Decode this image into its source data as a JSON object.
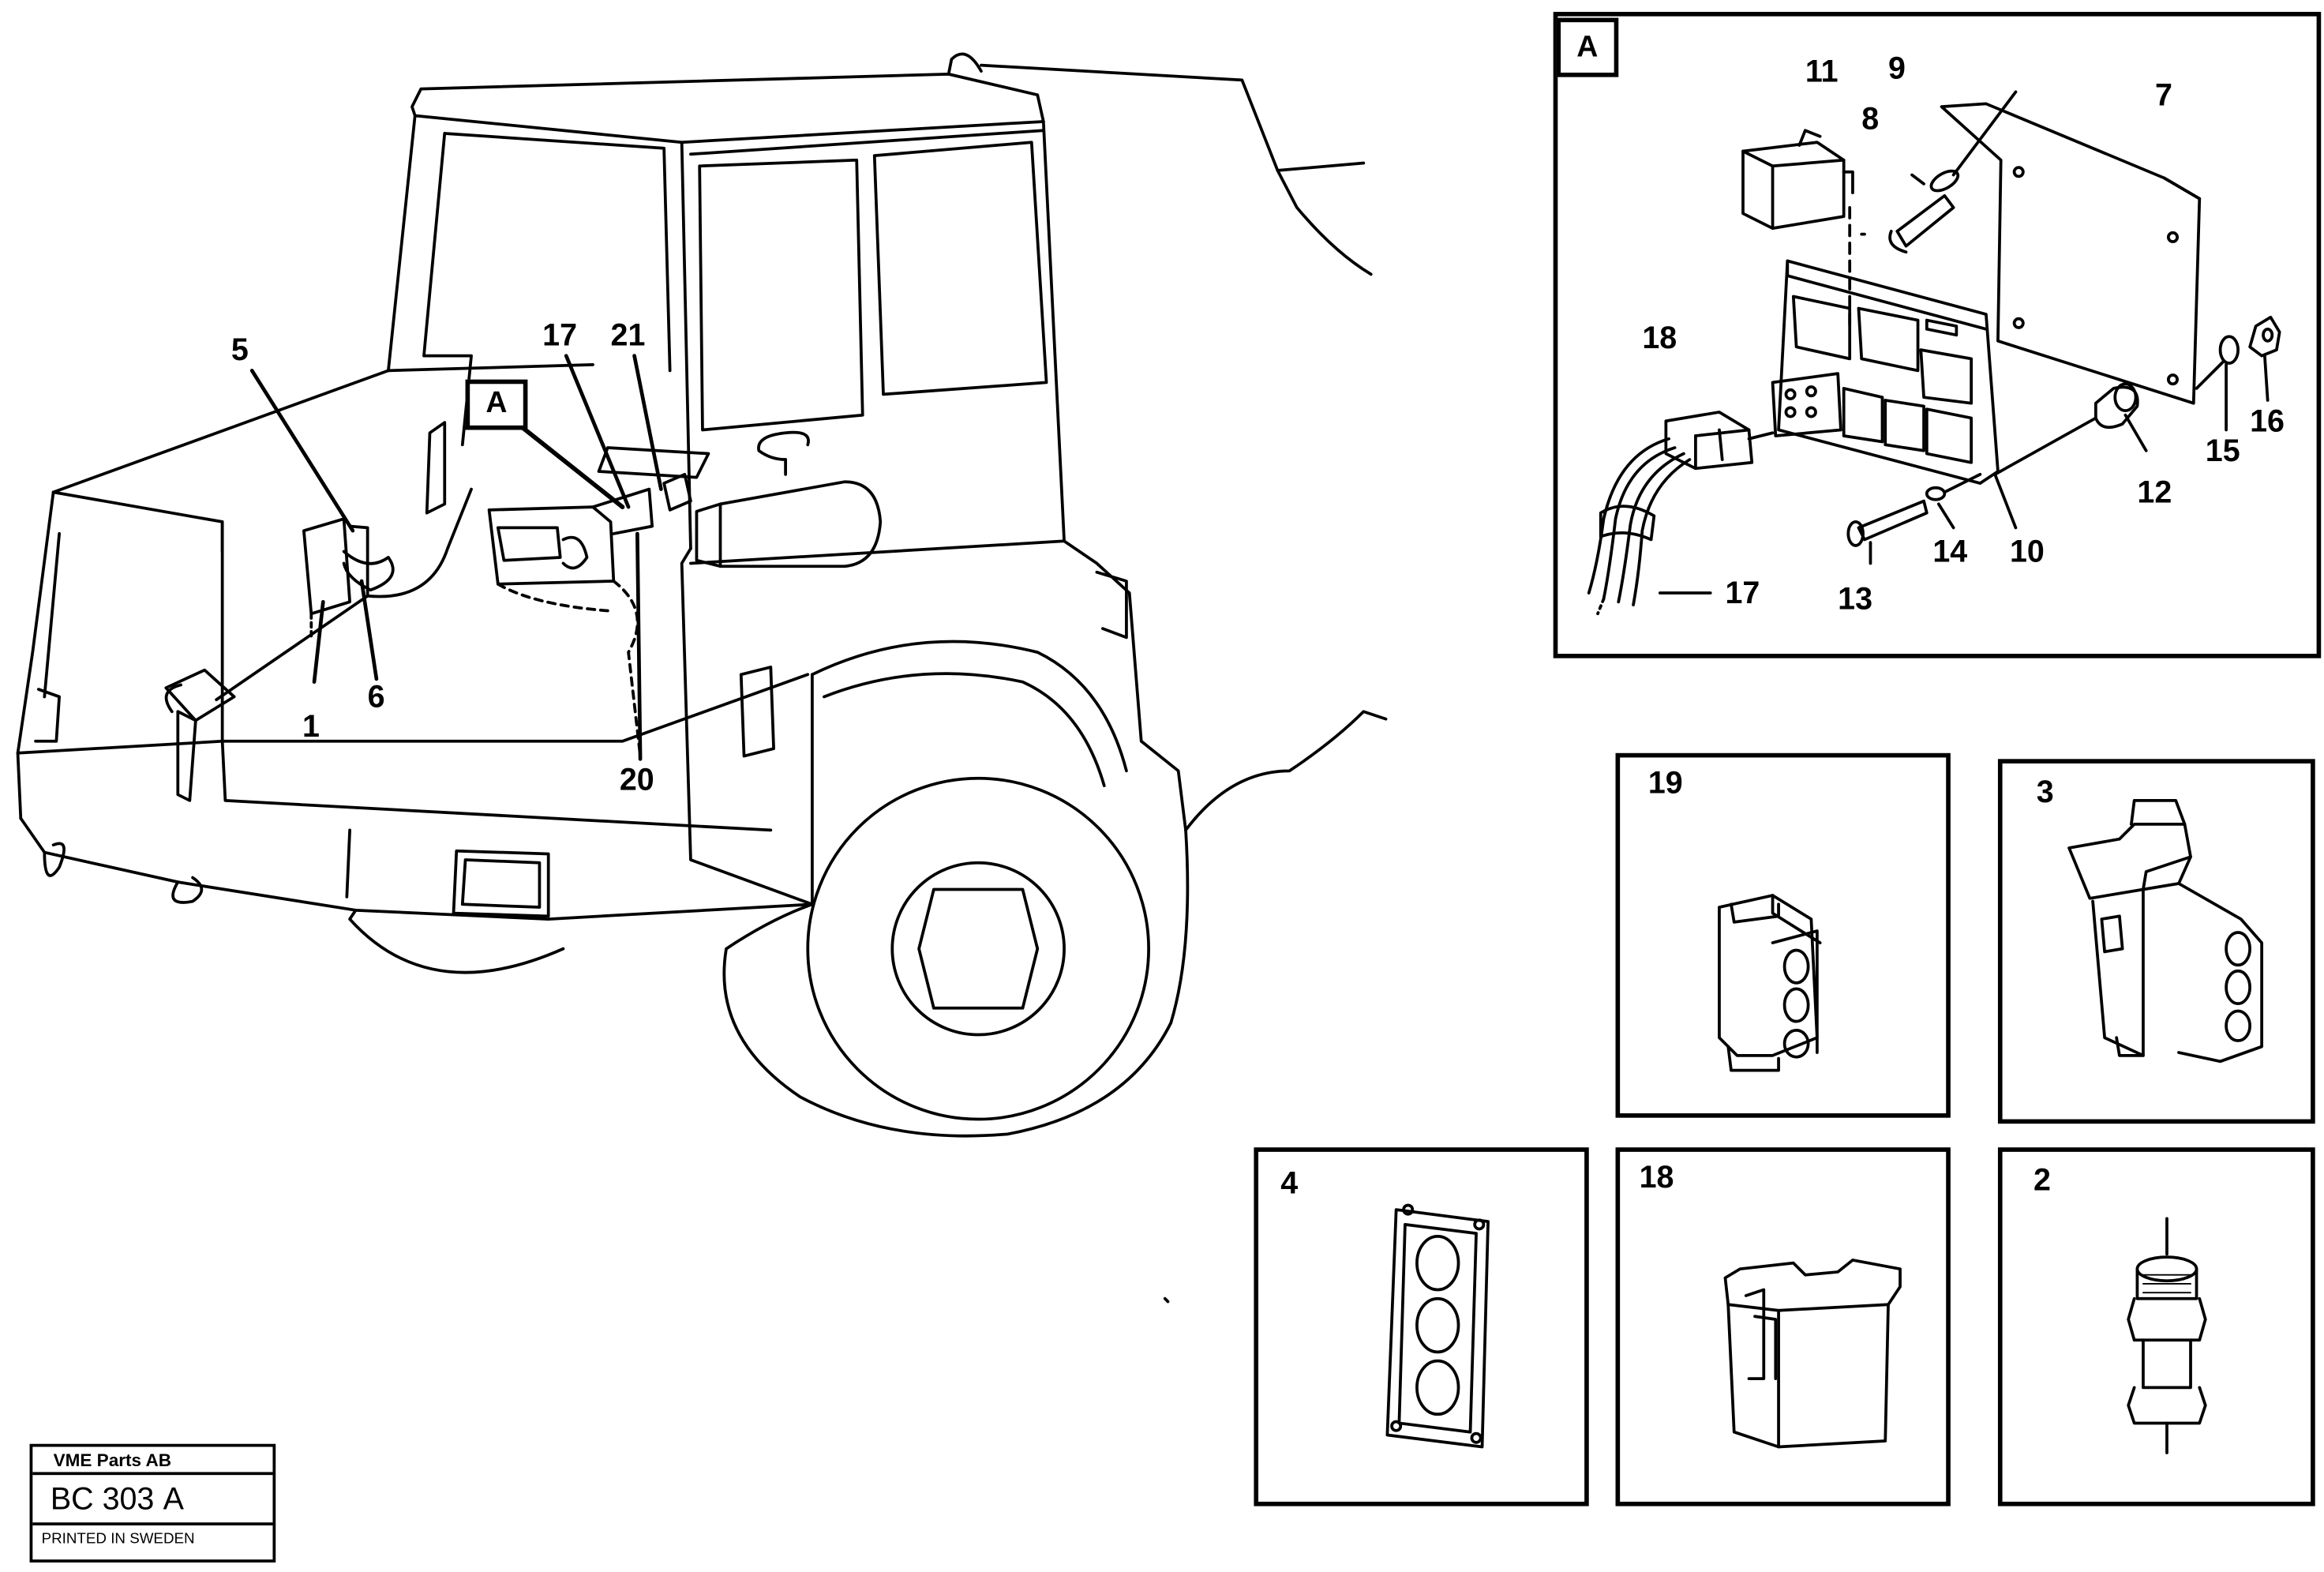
{
  "colors": {
    "line": "#000000",
    "background": "#ffffff"
  },
  "callouts": {
    "main_A": "A",
    "detail_A": "A"
  },
  "main_view": {
    "labels": {
      "p5": "5",
      "p1": "1",
      "p6": "6",
      "p17": "17",
      "p21": "21",
      "p20": "20"
    }
  },
  "detail_A": {
    "labels": {
      "p11": "11",
      "p9": "9",
      "p8": "8",
      "p7": "7",
      "p18": "18",
      "p16": "16",
      "p15": "15",
      "p12": "12",
      "p10": "10",
      "p14": "14",
      "p13": "13",
      "p17": "17"
    }
  },
  "insets": [
    {
      "label": "19",
      "part": "connector-housing-3-pin"
    },
    {
      "label": "3",
      "part": "connector-housing-3-pin-with-flange"
    },
    {
      "label": "4",
      "part": "rubber-seal-3-hole"
    },
    {
      "label": "18",
      "part": "connector-housing-square"
    },
    {
      "label": "2",
      "part": "pressure-switch"
    }
  ],
  "title_block": {
    "company": "VME Parts AB",
    "code": "BC 303",
    "revision": "A",
    "printed": "PRINTED IN SWEDEN"
  }
}
